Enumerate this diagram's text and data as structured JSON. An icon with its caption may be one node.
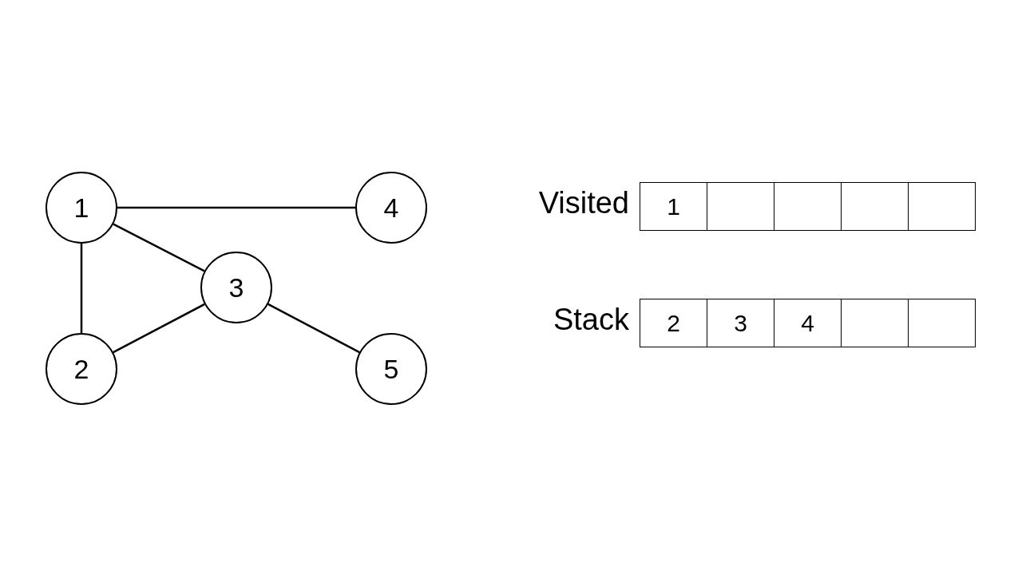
{
  "diagram": {
    "nodes": [
      {
        "text": [
          "1"
        ]
      },
      {
        "text": [
          "4"
        ]
      },
      {
        "text": [
          "3"
        ]
      },
      {
        "text": [
          "2"
        ]
      },
      {
        "text": [
          "5"
        ]
      }
    ],
    "edges": [
      {
        "from": 0,
        "to": 1,
        "arrow": "none"
      },
      {
        "from": 0,
        "to": 2,
        "arrow": "none"
      },
      {
        "from": 0,
        "to": 3,
        "arrow": "none"
      },
      {
        "from": 3,
        "to": 2,
        "arrow": "none"
      },
      {
        "from": 2,
        "to": 4,
        "arrow": "none"
      }
    ],
    "labels": [
      "Visited",
      "1",
      "Stack",
      "2",
      "3",
      "4"
    ]
  }
}
